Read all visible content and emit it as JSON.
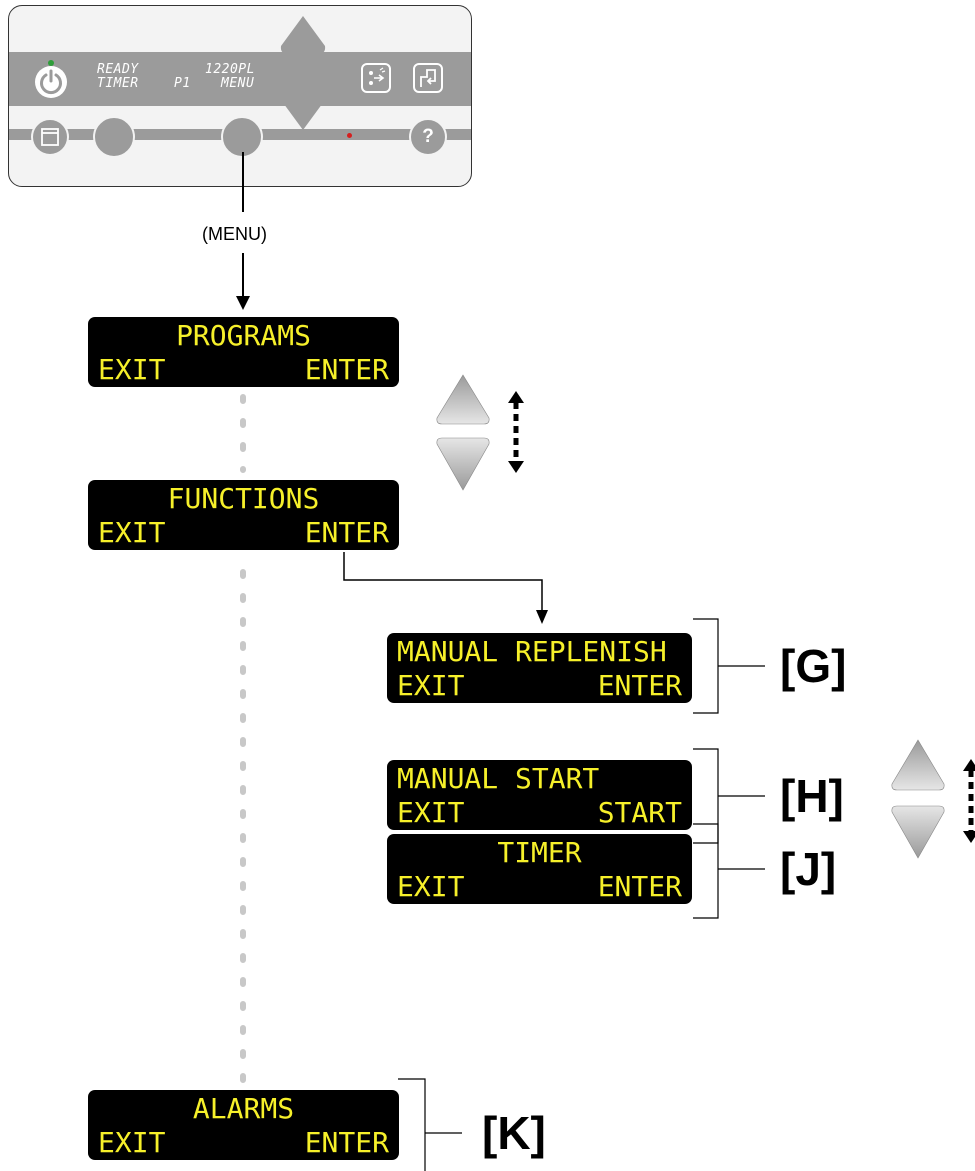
{
  "panel": {
    "display_line1_left": "READY",
    "display_line1_right": "1220PL",
    "display_line2_left": "TIMER",
    "display_line2_mid": "P1",
    "display_line2_right": "MENU",
    "help_symbol": "?",
    "icons": [
      "power-icon",
      "up-arrow-icon",
      "down-arrow-icon",
      "spray-icon",
      "cycle-icon",
      "drawer-icon",
      "help-icon"
    ]
  },
  "menu_label": "(MENU)",
  "screens": {
    "programs": {
      "line1": "PROGRAMS",
      "left": "EXIT",
      "right": "ENTER"
    },
    "functions": {
      "line1": "FUNCTIONS",
      "left": "EXIT",
      "right": "ENTER"
    },
    "manual_replenish": {
      "line1": "MANUAL REPLENISH",
      "left": "EXIT",
      "right": "ENTER"
    },
    "manual_start": {
      "line1": "MANUAL START",
      "left": "EXIT",
      "right": "START"
    },
    "timer": {
      "line1": "TIMER",
      "left": "EXIT",
      "right": "ENTER"
    },
    "alarms": {
      "line1": "ALARMS",
      "left": "EXIT",
      "right": "ENTER"
    }
  },
  "tags": {
    "g": "[G]",
    "h": "[H]",
    "j": "[J]",
    "k": "[K]"
  },
  "colors": {
    "lcd_bg": "#000000",
    "lcd_text": "#f6f02a",
    "panel_band": "#9b9b9b",
    "led_green": "#2e9e3a",
    "led_red": "#d61e1e"
  }
}
